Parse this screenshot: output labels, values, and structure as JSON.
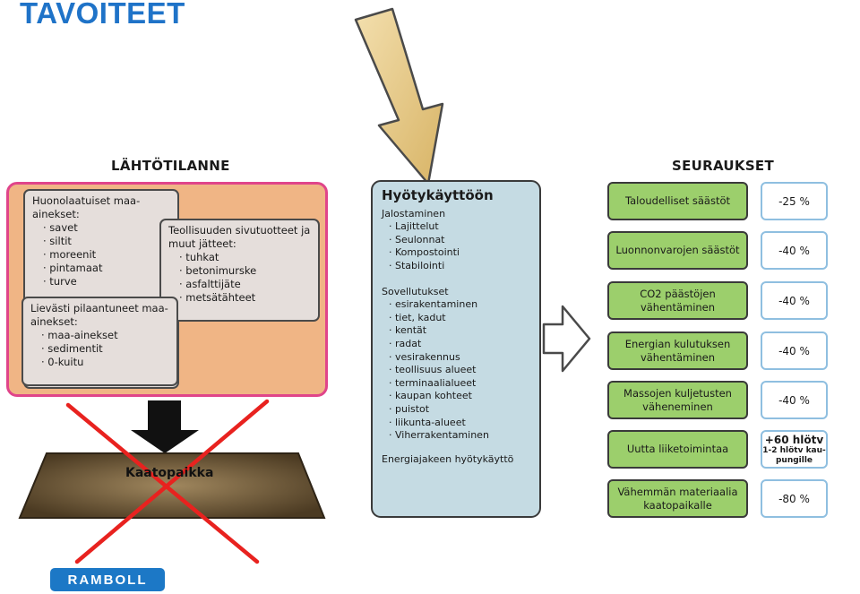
{
  "title": "TAVOITEET",
  "left_section": {
    "heading": "LÄHTÖTILANNE",
    "box1": {
      "title": "Huonolaatuiset maa-ainekset:",
      "items": [
        "· savet",
        "· siltit",
        "· moreenit",
        "· pintamaat",
        "· turve"
      ]
    },
    "box2": {
      "title": "Teollisuuden sivutuotteet ja muut jätteet:",
      "items": [
        "· tuhkat",
        "· betonimurske",
        "· asfalttijäte",
        "· metsätähteet"
      ]
    },
    "box3": {
      "title": "Lievästi pilaantuneet maa-ainekset:",
      "items": [
        "· maa-ainekset",
        "· sedimentit",
        "· 0-kuitu"
      ]
    },
    "landfill_label": "Kaatopaikka"
  },
  "middle": {
    "title": "Hyötykäyttöön",
    "group1_title": "Jalostaminen",
    "group1_items": [
      "· Lajittelut",
      "· Seulonnat",
      "· Kompostointi",
      "· Stabilointi"
    ],
    "group2_title": "Sovellutukset",
    "group2_items": [
      "· esirakentaminen",
      "· tiet, kadut",
      "· kentät",
      "· radat",
      "· vesirakennus",
      "· teollisuus alueet",
      "· terminaalialueet",
      "· kaupan kohteet",
      "· puistot",
      "· liikunta-alueet",
      "· Viherrakentaminen"
    ],
    "footer": "Energiajakeen hyötykäyttö"
  },
  "right_section": {
    "heading": "SEURAUKSET",
    "rows": [
      {
        "label": "Taloudelliset säästöt",
        "value": "-25 %"
      },
      {
        "label": "Luonnonvarojen säästöt",
        "value": "-40 %"
      },
      {
        "label": "CO2 päästöjen vähentäminen",
        "value": "-40 %"
      },
      {
        "label": "Energian kulutuksen vähentäminen",
        "value": "-40 %"
      },
      {
        "label": "Massojen kuljetusten väheneminen",
        "value": "-40 %"
      },
      {
        "label": "Uutta liiketoimintaa",
        "value": "+60 hlötv",
        "value_sub": "1-2 hlötv kau-pungille"
      },
      {
        "label": "Vähemmän materiaalia kaatopaikalle",
        "value": "-80 %"
      }
    ]
  },
  "logo_text": "RAMBOLL",
  "colors": {
    "title_blue": "#1f73c8",
    "start_fill": "#f0b585",
    "start_border": "#e0458a",
    "middle_fill": "#c5dbe3",
    "green_fill": "#9ccf6c",
    "cross_red": "#e8221f",
    "logo_blue": "#1c78c6"
  }
}
